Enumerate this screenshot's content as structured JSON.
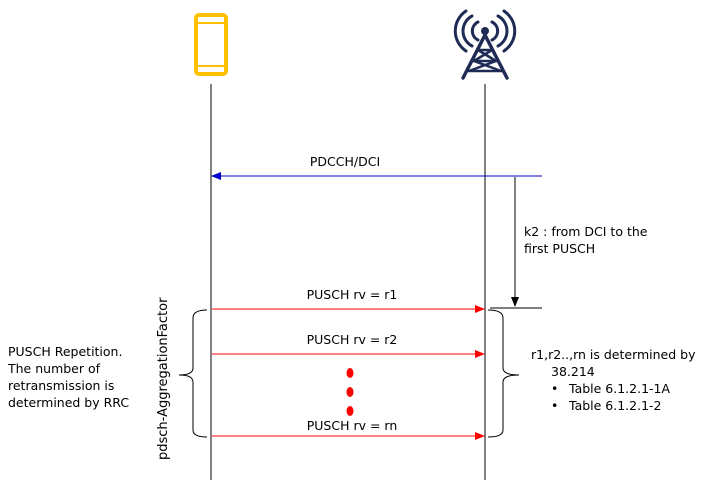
{
  "colors": {
    "phone": "#FFC000",
    "tower": "#1F2A55",
    "dci_arrow": "#0000CC",
    "pusch_arrow": "#FF0000",
    "dots": "#FF0000",
    "lifeline": "#000000"
  },
  "icons": {
    "ue": "smartphone-icon",
    "gnb": "cell-tower-icon"
  },
  "messages": {
    "dci": "PDCCH/DCI",
    "pusch_1": "PUSCH rv = r1",
    "pusch_2": "PUSCH rv = r2",
    "pusch_n": "PUSCH rv = rn"
  },
  "annotations": {
    "k2_line1": "k2 : from DCI to the",
    "k2_line2": "first PUSCH",
    "repetition_line1": "PUSCH Repetition.",
    "repetition_line2": "The number of",
    "repetition_line3": "retransmission is",
    "repetition_line4": "determined by RRC",
    "aggregation_factor": "pdsch-AggregationFactor",
    "rv_line1": "r1,r2..,rn is determined by",
    "rv_line2": "38.214",
    "rv_bullets": [
      "Table 6.1.2.1-1A",
      "Table 6.1.2.1-2"
    ],
    "bullet_char": "•"
  }
}
